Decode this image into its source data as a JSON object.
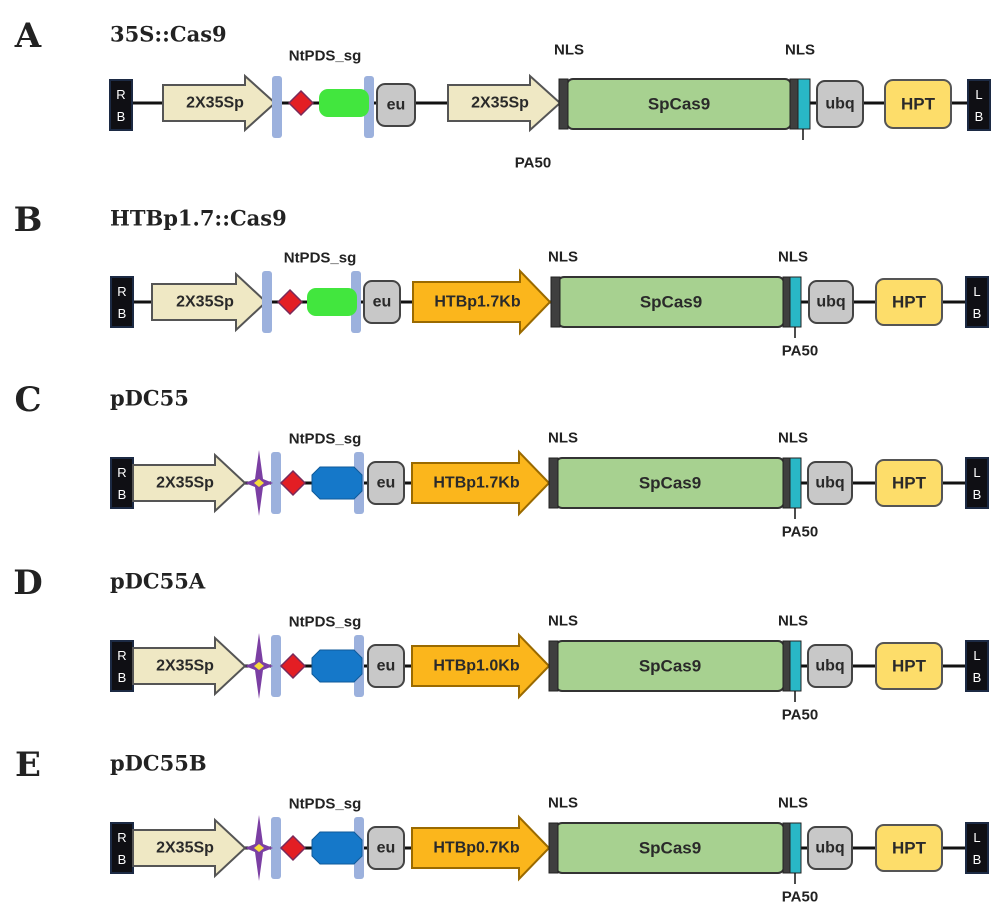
{
  "palette": {
    "promoter_35s": "#efe8c4",
    "htb_promoter": "#fbb61c",
    "cas9": "#a7d190",
    "hpt": "#fddd6a",
    "gray_box": "#c8c8c8",
    "border_dark": "#1c2a44",
    "sgrna_cassette_bar": "#9cb1dd",
    "nls_dark": "#3f3f3f",
    "nls_cyan": "#29b7c6",
    "red_diamond": "#e31e24",
    "green_capsule": "#42e63e",
    "blue_capsule": "#1578c9",
    "purple_star": "#7b3fa3",
    "star_center": "#f5dd3c"
  },
  "panels": [
    {
      "letter": "A",
      "title": "35S::Cas9",
      "variant": "A",
      "labels": {
        "rb": [
          "R",
          "B"
        ],
        "lb": [
          "L",
          "B"
        ],
        "promoter1": "2X35Sp",
        "sg": "NtPDS_sg",
        "eu": "eu",
        "promoter2": "2X35Sp",
        "nls_left": "NLS",
        "nls_right": "NLS",
        "cas9": "SpCas9",
        "ubq": "ubq",
        "hpt": "HPT",
        "pa50": "PA50"
      }
    },
    {
      "letter": "B",
      "title": "HTBp1.7::Cas9",
      "variant": "B",
      "labels": {
        "rb": [
          "R",
          "B"
        ],
        "lb": [
          "L",
          "B"
        ],
        "promoter1": "2X35Sp",
        "sg": "NtPDS_sg",
        "eu": "eu",
        "promoter2": "HTBp1.7Kb",
        "nls_left": "NLS",
        "nls_right": "NLS",
        "cas9": "SpCas9",
        "ubq": "ubq",
        "hpt": "HPT",
        "pa50": "PA50"
      }
    },
    {
      "letter": "C",
      "title": "pDC55",
      "variant": "C",
      "labels": {
        "rb": [
          "R",
          "B"
        ],
        "lb": [
          "L",
          "B"
        ],
        "promoter1": "2X35Sp",
        "sg": "NtPDS_sg",
        "eu": "eu",
        "promoter2": "HTBp1.7Kb",
        "nls_left": "NLS",
        "nls_right": "NLS",
        "cas9": "SpCas9",
        "ubq": "ubq",
        "hpt": "HPT",
        "pa50": "PA50"
      }
    },
    {
      "letter": "D",
      "title": "pDC55A",
      "variant": "C",
      "labels": {
        "rb": [
          "R",
          "B"
        ],
        "lb": [
          "L",
          "B"
        ],
        "promoter1": "2X35Sp",
        "sg": "NtPDS_sg",
        "eu": "eu",
        "promoter2": "HTBp1.0Kb",
        "nls_left": "NLS",
        "nls_right": "NLS",
        "cas9": "SpCas9",
        "ubq": "ubq",
        "hpt": "HPT",
        "pa50": "PA50"
      }
    },
    {
      "letter": "E",
      "title": "pDC55B",
      "variant": "C",
      "labels": {
        "rb": [
          "R",
          "B"
        ],
        "lb": [
          "L",
          "B"
        ],
        "promoter1": "2X35Sp",
        "sg": "NtPDS_sg",
        "eu": "eu",
        "promoter2": "HTBp0.7Kb",
        "nls_left": "NLS",
        "nls_right": "NLS",
        "cas9": "SpCas9",
        "ubq": "ubq",
        "hpt": "HPT",
        "pa50": "PA50"
      }
    }
  ]
}
